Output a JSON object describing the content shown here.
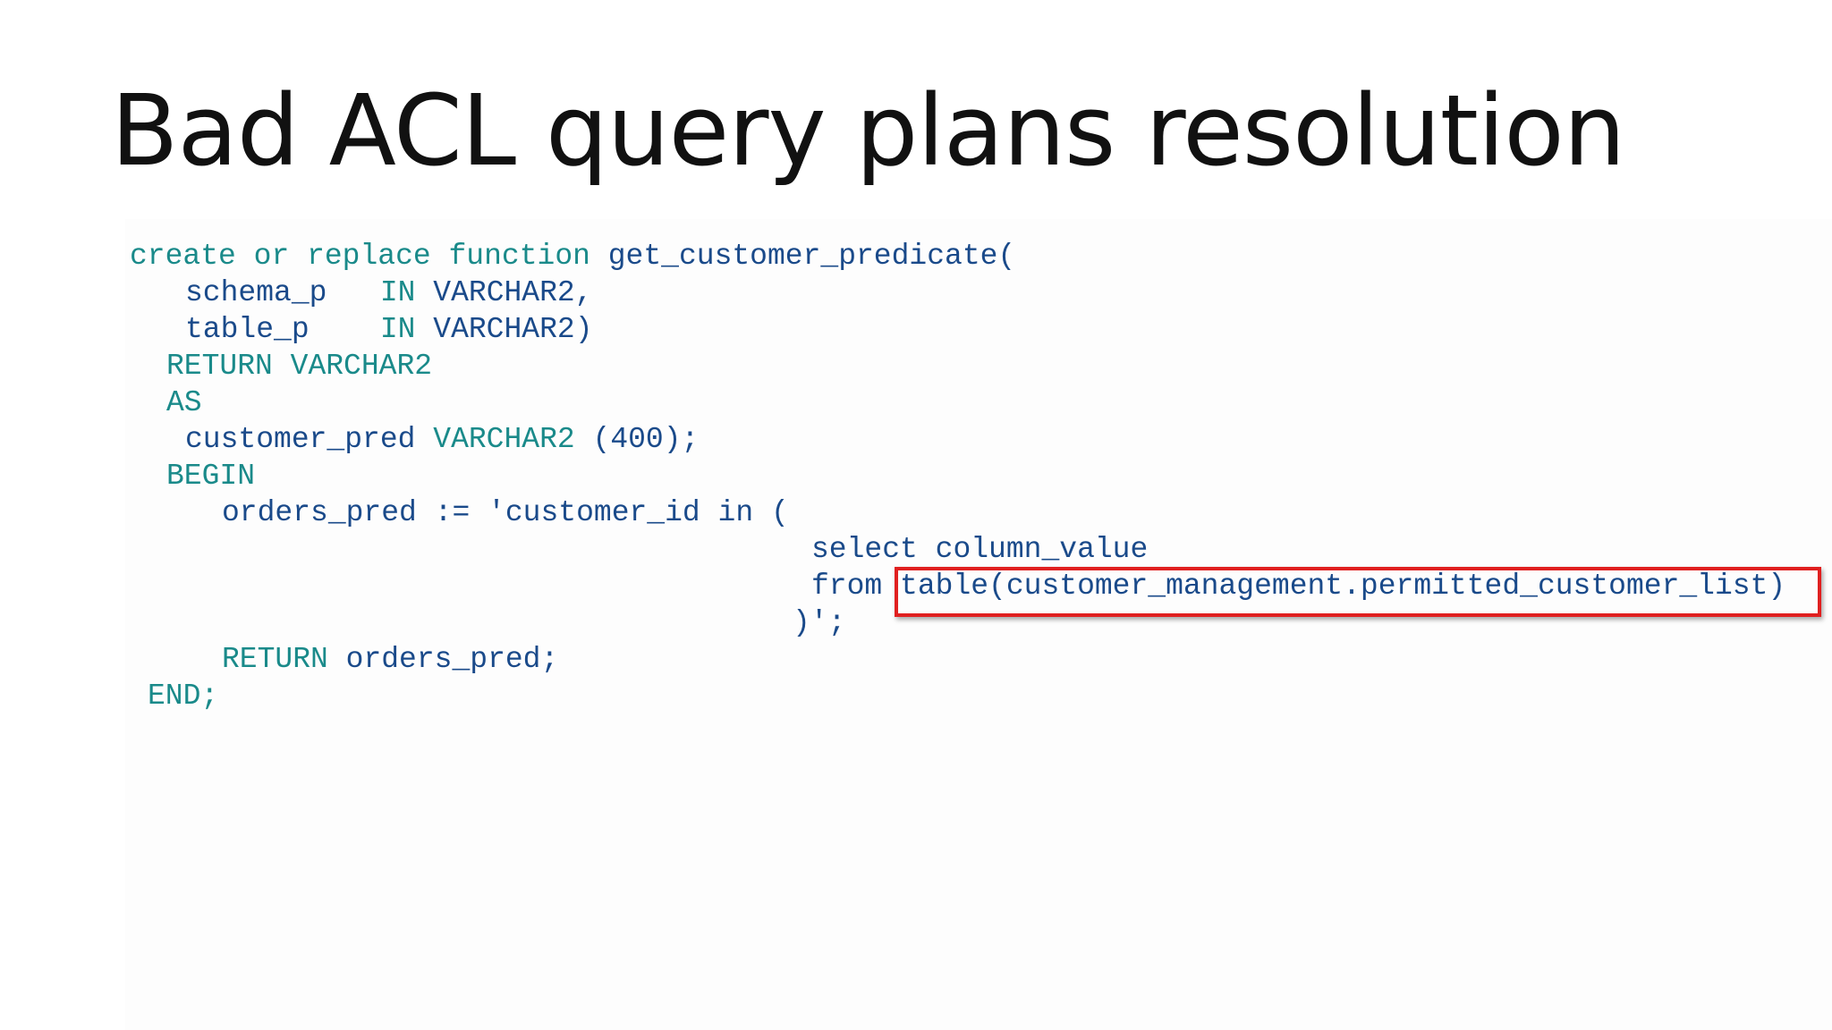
{
  "slide": {
    "title": "Bad ACL query plans resolution"
  },
  "code": {
    "line1": {
      "kw1": "create",
      "kw2": "or",
      "kw3": "replace",
      "kw4": "function",
      "name": "get_customer_predicate("
    },
    "line2": {
      "param": "schema_p",
      "mode": "IN",
      "type": "VARCHAR2,"
    },
    "line3": {
      "param": "table_p",
      "mode": "IN",
      "type": "VARCHAR2)"
    },
    "line4": {
      "kw": "RETURN",
      "type": "VARCHAR2"
    },
    "line5": {
      "kw": "AS"
    },
    "line6": {
      "var": "customer_pred",
      "type": "VARCHAR2",
      "size": "(400);"
    },
    "line7": {
      "kw": "BEGIN"
    },
    "line8": {
      "var": "orders_pred",
      "op": ":=",
      "str": "'customer_id",
      "kw": "in",
      "paren": "("
    },
    "line9": {
      "kw": "select",
      "col": "column_value"
    },
    "line10": {
      "kw": "from",
      "expr": "table(customer_management.permitted_customer_list)"
    },
    "line11": {
      "text": ")';"
    },
    "line12": {
      "kw": "RETURN",
      "var": "orders_pred;"
    },
    "line13": {
      "kw": "END;"
    }
  },
  "colors": {
    "keyword": "#1a8a8a",
    "identifier": "#1a4a8a",
    "highlight_border": "#e02020"
  }
}
